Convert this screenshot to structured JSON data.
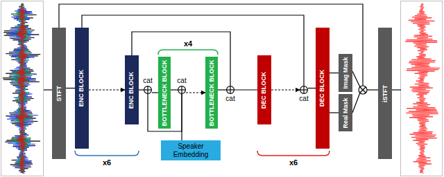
{
  "diagram": {
    "nodes": [
      {
        "text": [
          "STFT"
        ]
      },
      {
        "text": [
          "ENC BLOCK"
        ]
      },
      {
        "text": [
          "ENC BLOCK"
        ]
      },
      {
        "text": [
          "cat"
        ]
      },
      {
        "text": [
          "BOTTLENECK BLOCK"
        ]
      },
      {
        "text": [
          "cat"
        ]
      },
      {
        "text": [
          "BOTTLENECK BLOCK"
        ]
      },
      {
        "text": [
          "Speaker Embedding"
        ]
      },
      {
        "text": [
          "cat"
        ]
      },
      {
        "text": [
          "DEC BLOCK"
        ]
      },
      {
        "text": [
          "cat"
        ]
      },
      {
        "text": [
          "DEC BLOCK"
        ]
      },
      {
        "text": [
          "Imag Mask"
        ]
      },
      {
        "text": [
          "Real Mask"
        ]
      },
      {
        "text": [
          "iSTFT"
        ]
      }
    ],
    "edges": [
      {
        "from": 0,
        "to": 1,
        "arrow": "none"
      },
      {
        "from": 1,
        "to": 2,
        "arrow": "to"
      },
      {
        "from": 2,
        "to": 3,
        "arrow": "none"
      },
      {
        "from": 3,
        "to": 4,
        "arrow": "none"
      },
      {
        "from": 4,
        "to": 5,
        "arrow": "none"
      },
      {
        "from": 3,
        "to": 5,
        "arrow": "none"
      },
      {
        "from": 7,
        "to": 5,
        "arrow": "none"
      },
      {
        "from": 5,
        "to": 6,
        "arrow": "to"
      },
      {
        "from": 6,
        "to": 8,
        "arrow": "none"
      },
      {
        "from": 2,
        "to": 8,
        "arrow": "none"
      },
      {
        "from": 8,
        "to": 9,
        "arrow": "none"
      },
      {
        "from": 9,
        "to": 10,
        "arrow": "to"
      },
      {
        "from": 1,
        "to": 10,
        "arrow": "none"
      },
      {
        "from": 10,
        "to": 11,
        "arrow": "none"
      },
      {
        "from": 11,
        "to": 12,
        "arrow": "none"
      },
      {
        "from": 11,
        "to": 13,
        "arrow": "none"
      }
    ],
    "labels": [
      "x4",
      "x6",
      "x6"
    ]
  }
}
